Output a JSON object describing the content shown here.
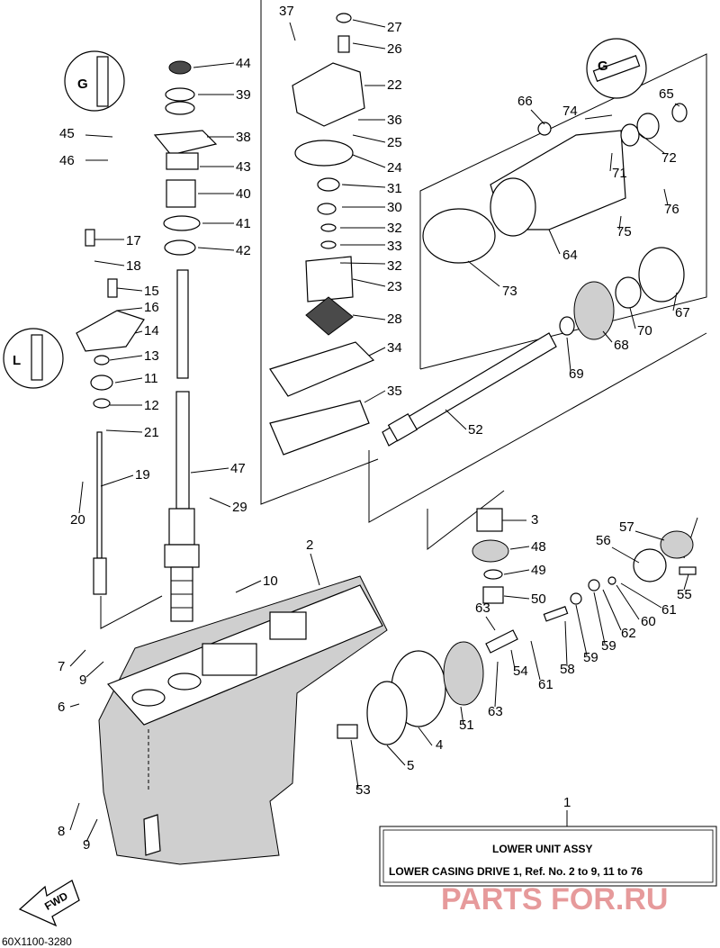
{
  "assembly": {
    "ref_number": "1",
    "title": "LOWER UNIT ASSY",
    "subtitle": "LOWER CASING DRIVE 1, Ref. No. 2 to 9, 11 to 76"
  },
  "diagram_code": "60X1100-3280",
  "fwd_label": "FWD",
  "watermark": "PARTS FOR.RU",
  "callouts": [
    "1",
    "2",
    "3",
    "4",
    "5",
    "6",
    "7",
    "8",
    "9",
    "9",
    "10",
    "11",
    "12",
    "13",
    "14",
    "15",
    "16",
    "17",
    "18",
    "19",
    "20",
    "21",
    "22",
    "23",
    "24",
    "25",
    "26",
    "27",
    "28",
    "29",
    "30",
    "31",
    "32",
    "32",
    "33",
    "34",
    "35",
    "36",
    "37",
    "38",
    "39",
    "40",
    "41",
    "42",
    "43",
    "44",
    "45",
    "46",
    "47",
    "48",
    "49",
    "50",
    "51",
    "52",
    "53",
    "54",
    "55",
    "56",
    "57",
    "58",
    "59",
    "59",
    "60",
    "61",
    "61",
    "62",
    "63",
    "63",
    "64",
    "65",
    "66",
    "67",
    "68",
    "69",
    "70",
    "71",
    "72",
    "73",
    "74",
    "75",
    "76"
  ],
  "icons": [
    "grease-tube-icon",
    "fwd-arrow-icon"
  ]
}
